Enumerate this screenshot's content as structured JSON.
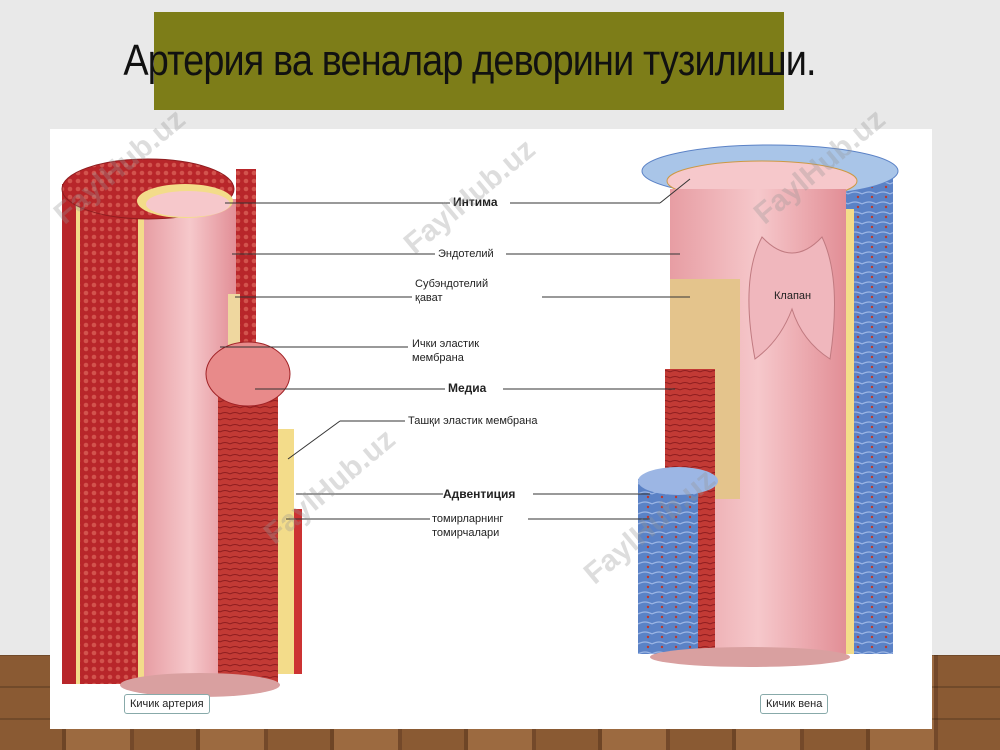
{
  "slide": {
    "title": "Артерия ва веналар деворини тузилиши."
  },
  "labels": {
    "intima": "Интима",
    "endothelium": "Эндотелий",
    "subendothelial_line1": "Субэндотелий",
    "subendothelial_line2": "қават",
    "internal_elastic_line1": "Ички эластик",
    "internal_elastic_line2": "мембрана",
    "media": "Медиа",
    "external_elastic": "Ташқи эластик мембрана",
    "adventitia": "Адвентиция",
    "vasa_line1": "томирларнинг",
    "vasa_line2": "томирчалари",
    "valve": "Клапан",
    "small_artery": "Кичик артерия",
    "small_vein": "Кичик вена"
  },
  "watermark": "FaylHub.uz",
  "colors": {
    "title_bar": "#7d7d18",
    "artery_red": "#b8262a",
    "intima_pink": "#f2b6ba",
    "elastic_yellow": "#f3dc8a",
    "vein_blue": "#5b82c6"
  }
}
